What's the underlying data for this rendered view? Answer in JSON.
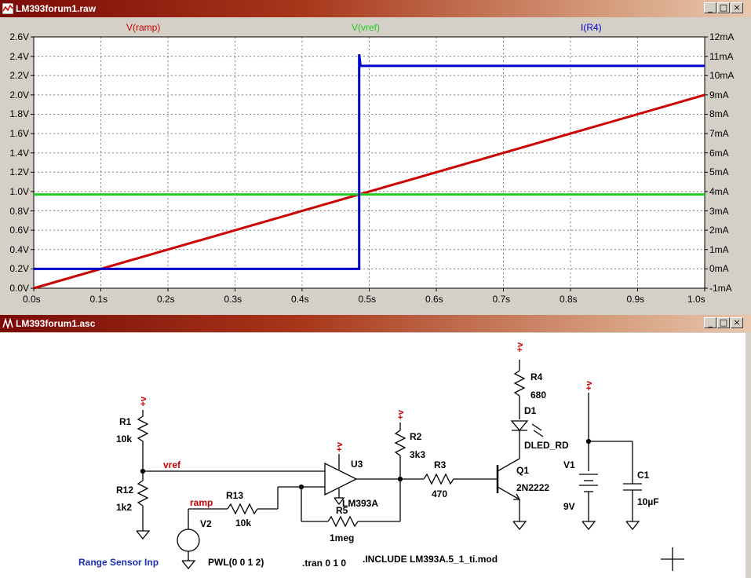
{
  "waveform_window": {
    "title": "LM393forum1.raw",
    "controls": {
      "minimize": "_",
      "maximize": "□",
      "close": "×"
    },
    "traces": [
      {
        "label": "V(ramp)",
        "color": "#cc0000"
      },
      {
        "label": "V(vref)",
        "color": "#22cc22"
      },
      {
        "label": "I(R4)",
        "color": "#0000cc"
      }
    ],
    "left_axis_ticks": [
      "2.6V",
      "2.4V",
      "2.2V",
      "2.0V",
      "1.8V",
      "1.6V",
      "1.4V",
      "1.2V",
      "1.0V",
      "0.8V",
      "0.6V",
      "0.4V",
      "0.2V",
      "0.0V"
    ],
    "right_axis_ticks": [
      "12mA",
      "11mA",
      "10mA",
      "9mA",
      "8mA",
      "7mA",
      "6mA",
      "5mA",
      "4mA",
      "3mA",
      "2mA",
      "1mA",
      "0mA",
      "-1mA"
    ],
    "x_axis_ticks": [
      "0.0s",
      "0.1s",
      "0.2s",
      "0.3s",
      "0.4s",
      "0.5s",
      "0.6s",
      "0.7s",
      "0.8s",
      "0.9s",
      "1.0s"
    ]
  },
  "chart_data": {
    "type": "line",
    "x_range": [
      0,
      1.0
    ],
    "left_y_range": [
      0,
      2.6
    ],
    "right_y_range": [
      -1,
      12
    ],
    "grid": true,
    "series": [
      {
        "name": "V(ramp)",
        "axis": "left",
        "x": [
          0,
          1.0
        ],
        "y": [
          0,
          2.0
        ],
        "color": "#cc0000"
      },
      {
        "name": "V(vref)",
        "axis": "left",
        "x": [
          0,
          1.0
        ],
        "y": [
          0.97,
          0.97
        ],
        "color": "#22cc22"
      },
      {
        "name": "I(R4)",
        "axis": "right",
        "x": [
          0,
          0.485,
          0.485,
          0.487,
          1.0
        ],
        "y": [
          0,
          0,
          11.1,
          10.5,
          10.5
        ],
        "color": "#0000cc"
      }
    ]
  },
  "schematic_window": {
    "title": "LM393forum1.asc",
    "controls": {
      "minimize": "_",
      "maximize": "□",
      "close": "×"
    },
    "labels": {
      "r1": "R1",
      "r1v": "10k",
      "r12": "R12",
      "r12v": "1k2",
      "vref": "vref",
      "ramp": "ramp",
      "r13": "R13",
      "r13v": "10k",
      "v2": "V2",
      "u3": "U3",
      "u3v": "LM393A",
      "r5": "R5",
      "r5v": "1meg",
      "r2": "R2",
      "r2v": "3k3",
      "r3": "R3",
      "r3v": "470",
      "q1": "Q1",
      "q1v": "2N2222",
      "r4": "R4",
      "r4v": "680",
      "d1": "D1",
      "d1v": "DLED_RD",
      "v1": "V1",
      "v1v": "9V",
      "c1": "C1",
      "c1v": "10µF",
      "vcc": "+v",
      "range": "Range Sensor Inp",
      "pwl": "PWL(0 0 1 2)",
      "tran": ".tran 0 1 0",
      "include": ".INCLUDE LM393A.5_1_ti.mod"
    }
  }
}
